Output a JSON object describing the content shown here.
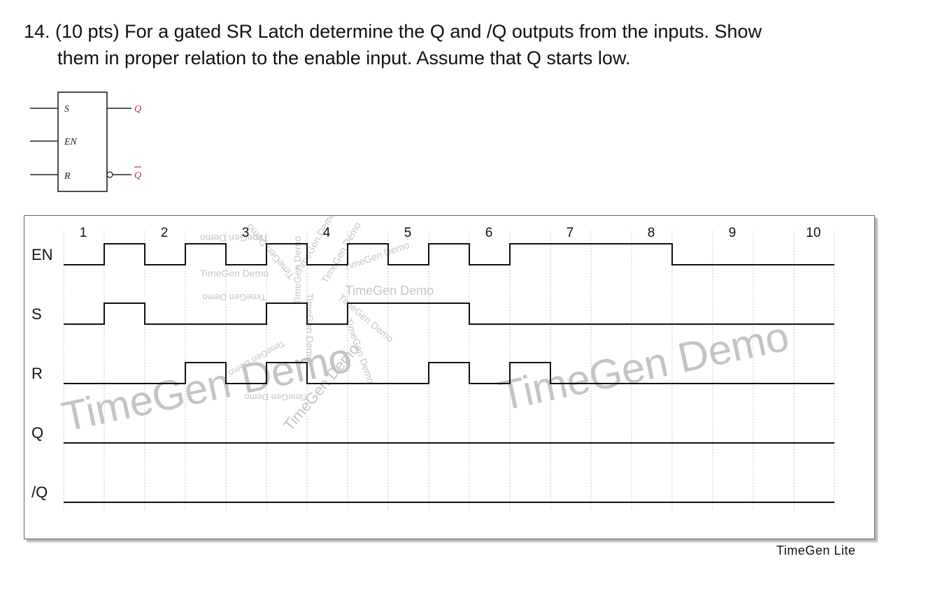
{
  "question": {
    "line1": "14. (10 pts) For a gated SR Latch determine the Q and /Q outputs from the inputs. Show",
    "line2": "them in proper relation to the enable input.  Assume that Q starts low."
  },
  "symbol": {
    "inputs": [
      "S",
      "EN",
      "R"
    ],
    "outputs": [
      "Q",
      "Q"
    ],
    "output_color": "#b0306a"
  },
  "timing": {
    "cycle_numbers": [
      "1",
      "2",
      "3",
      "4",
      "5",
      "6",
      "7",
      "8",
      "9",
      "10"
    ],
    "half_periods": 19,
    "signals": [
      {
        "name": "EN",
        "levels": [
          0,
          1,
          0,
          1,
          0,
          1,
          0,
          1,
          0,
          1,
          0,
          1,
          1,
          1,
          1,
          0,
          0,
          0,
          0
        ]
      },
      {
        "name": "S",
        "levels": [
          0,
          1,
          0,
          0,
          0,
          1,
          0,
          1,
          1,
          1,
          0,
          0,
          0,
          0,
          0,
          0,
          0,
          0,
          0
        ]
      },
      {
        "name": "R",
        "levels": [
          0,
          0,
          0,
          1,
          0,
          1,
          0,
          0,
          0,
          1,
          0,
          1,
          0,
          0,
          0,
          0,
          0,
          0,
          0
        ]
      },
      {
        "name": "Q",
        "levels": [
          0,
          0,
          0,
          0,
          0,
          0,
          0,
          0,
          0,
          0,
          0,
          0,
          0,
          0,
          0,
          0,
          0,
          0,
          0
        ]
      },
      {
        "name": "/Q",
        "levels": [
          0,
          0,
          0,
          0,
          0,
          0,
          0,
          0,
          0,
          0,
          0,
          0,
          0,
          0,
          0,
          0,
          0,
          0,
          0
        ]
      }
    ],
    "watermark": "TimeGen Demo",
    "watermark_color": "#c4c4c4",
    "footer": "TimeGen Lite"
  }
}
